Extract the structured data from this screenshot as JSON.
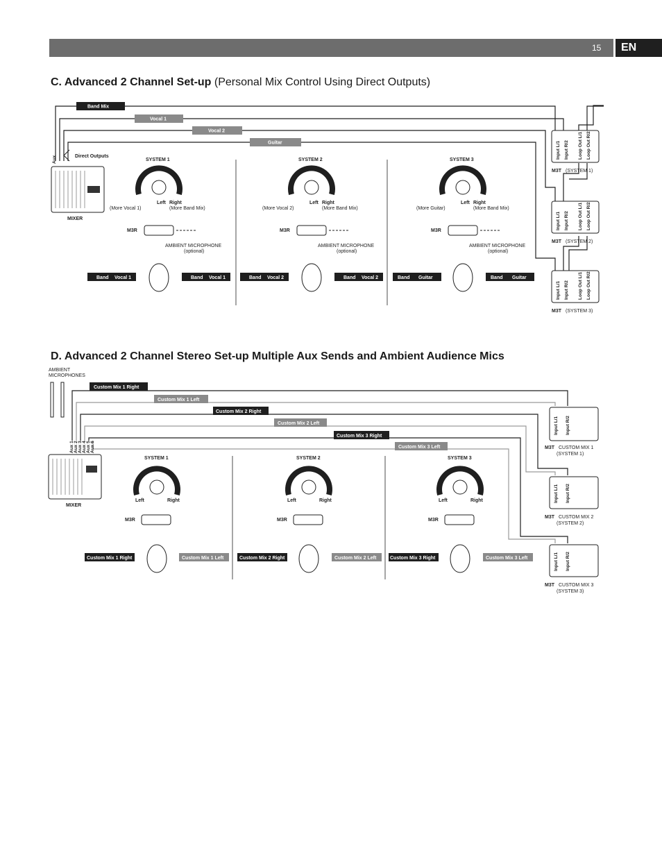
{
  "header": {
    "page_number": "15",
    "language": "EN"
  },
  "sectionC": {
    "title_bold": "C. Advanced 2 Channel Set-up",
    "title_normal": "(Personal Mix Control Using Direct Outputs)",
    "bus_tags": [
      "Band Mix",
      "Vocal 1",
      "Vocal 2",
      "Guitar"
    ],
    "aux_label": "Aux",
    "direct_outputs": "Direct Outputs",
    "mixer_label": "MIXER",
    "systems": [
      {
        "name": "SYSTEM 1",
        "left": "Left",
        "left_sub": "(More Vocal 1)",
        "right": "Right",
        "right_sub": "(More Band Mix)",
        "m3r": "M3R",
        "ambient": "AMBIENT MICROPHONE",
        "optional": "(optional)",
        "ear_left_a": "Band",
        "ear_left_b": "Vocal 1",
        "ear_right_a": "Band",
        "ear_right_b": "Vocal 1"
      },
      {
        "name": "SYSTEM 2",
        "left": "Left",
        "left_sub": "(More Vocal 2)",
        "right": "Right",
        "right_sub": "(More Band Mix)",
        "m3r": "M3R",
        "ambient": "AMBIENT MICROPHONE",
        "optional": "(optional)",
        "ear_left_a": "Band",
        "ear_left_b": "Vocal 2",
        "ear_right_a": "Band",
        "ear_right_b": "Vocal 2"
      },
      {
        "name": "SYSTEM 3",
        "left": "Left",
        "left_sub": "(More Guitar)",
        "right": "Right",
        "right_sub": "(More Band Mix)",
        "m3r": "M3R",
        "ambient": "AMBIENT MICROPHONE",
        "optional": "(optional)",
        "ear_left_a": "Band",
        "ear_left_b": "Guitar",
        "ear_right_a": "Band",
        "ear_right_b": "Guitar"
      }
    ],
    "transmitters": [
      {
        "model": "M3T",
        "caption": "(SYSTEM 1)"
      },
      {
        "model": "M3T",
        "caption": "(SYSTEM 2)"
      },
      {
        "model": "M3T",
        "caption": "(SYSTEM 3)"
      }
    ],
    "tx_ports": [
      "Input L/1",
      "Input R/2",
      "Loop Out L/1",
      "Loop Out R/2"
    ]
  },
  "sectionD": {
    "title_bold": "D. Advanced 2 Channel Stereo Set-up Multiple Aux Sends and Ambient Audience Mics",
    "ambient_label_1": "AMBIENT",
    "ambient_label_2": "MICROPHONES",
    "bus_tags": [
      "Custom Mix 1 Right",
      "Custom Mix 1 Left",
      "Custom Mix 2 Right",
      "Custom Mix 2 Left",
      "Custom Mix 3 Right",
      "Custom Mix 3 Left"
    ],
    "aux_labels": [
      "Aux 1",
      "Aux 2",
      "Aux 3",
      "Aux 4",
      "Aux 5",
      "Aux 6"
    ],
    "mixer_label": "MIXER",
    "systems": [
      {
        "name": "SYSTEM 1",
        "left": "Left",
        "right": "Right",
        "m3r": "M3R",
        "ear_left": "Custom Mix 1 Right",
        "ear_right": "Custom Mix 1 Left"
      },
      {
        "name": "SYSTEM 2",
        "left": "Left",
        "right": "Right",
        "m3r": "M3R",
        "ear_left": "Custom Mix 2 Right",
        "ear_right": "Custom Mix 2 Left"
      },
      {
        "name": "SYSTEM 3",
        "left": "Left",
        "right": "Right",
        "m3r": "M3R",
        "ear_left": "Custom Mix 3 Right",
        "ear_right": "Custom Mix 3 Left"
      }
    ],
    "transmitters": [
      {
        "model": "M3T",
        "caption_1": "CUSTOM MIX 1",
        "caption_2": "(SYSTEM 1)"
      },
      {
        "model": "M3T",
        "caption_1": "CUSTOM MIX 2",
        "caption_2": "(SYSTEM 2)"
      },
      {
        "model": "M3T",
        "caption_1": "CUSTOM MIX 3",
        "caption_2": "(SYSTEM 3)"
      }
    ],
    "tx_ports": [
      "Input L/1",
      "Input R/2"
    ]
  },
  "colors": {
    "header_bar": "#6d6d6d",
    "lang_box": "#1f1f1f",
    "tag_dark": "#1f1f1f",
    "tag_grey": "#8a8a8a",
    "line_grey": "#9a9a9a"
  }
}
